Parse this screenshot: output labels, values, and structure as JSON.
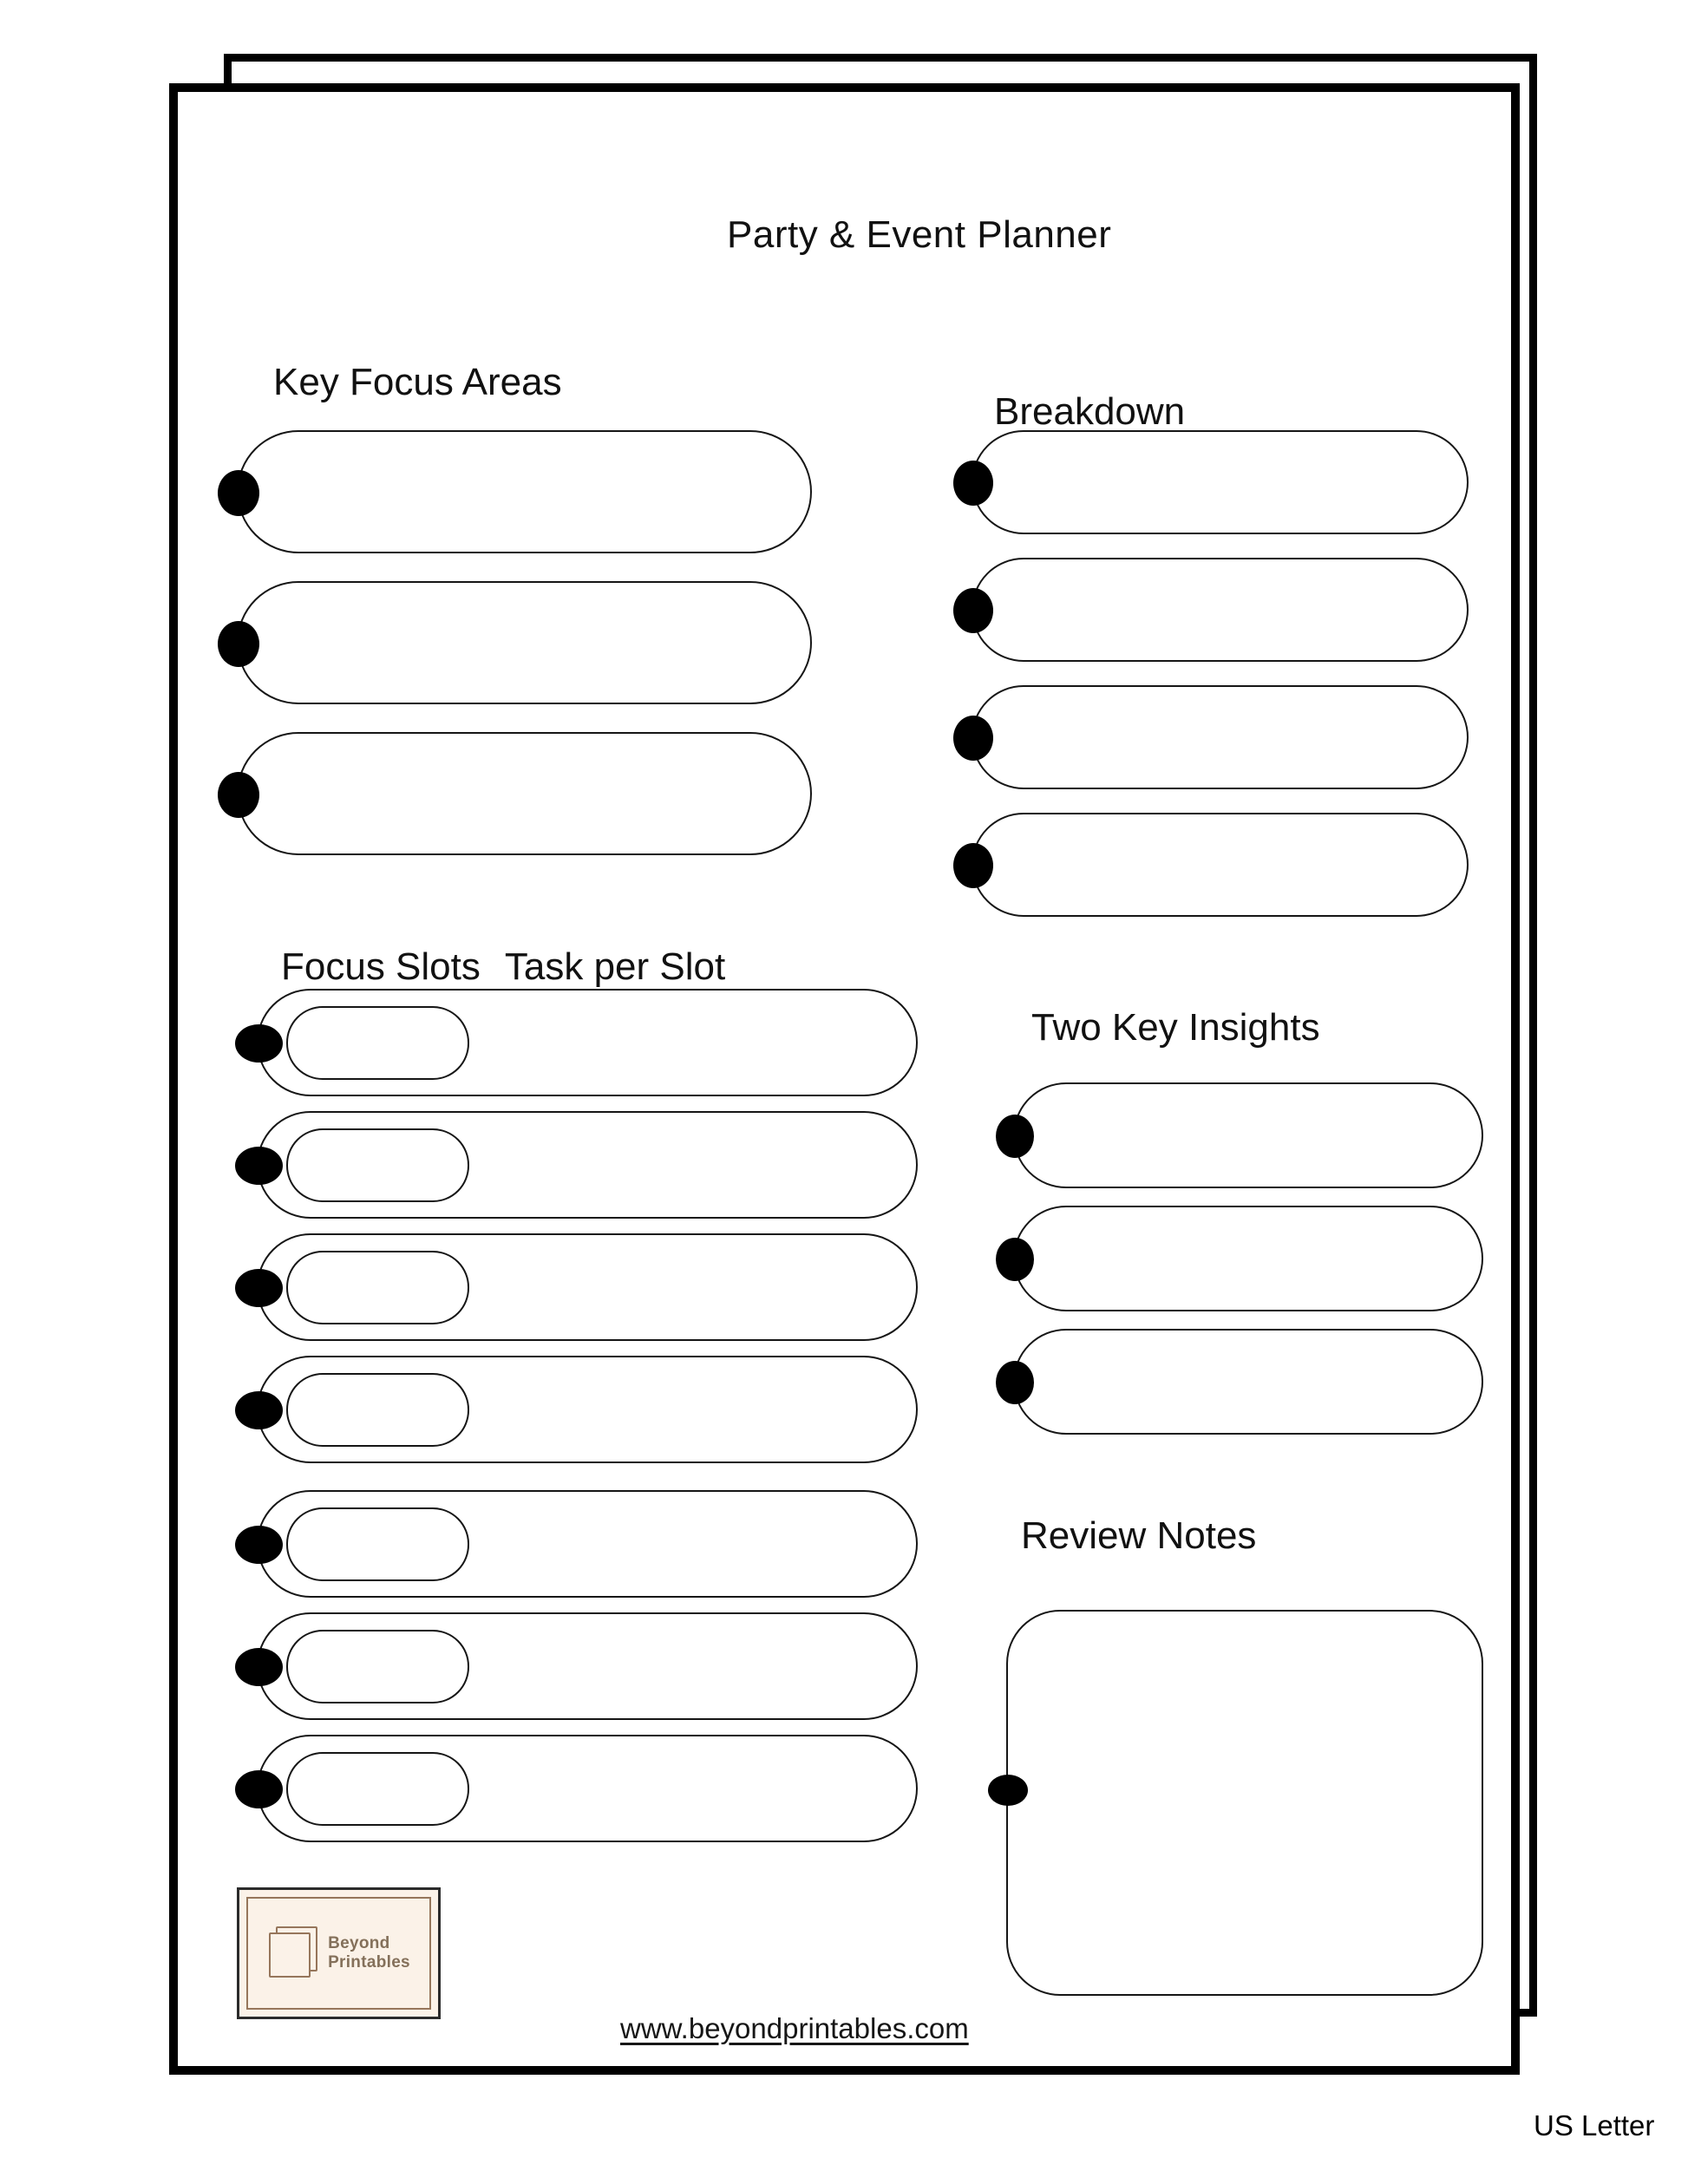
{
  "page": {
    "title": "Party & Event Planner",
    "size_label": "US Letter",
    "footer_url": "www.beyondprintables.com"
  },
  "sections": {
    "key_focus": {
      "heading": "Key Focus Areas",
      "pill_count": 3
    },
    "breakdown": {
      "heading": "Breakdown",
      "pill_count": 4
    },
    "focus_slots": {
      "heading_col1": "Focus Slots",
      "heading_col2": "Task per Slot",
      "row_count": 7,
      "wide_gap_after_row": 4
    },
    "insights": {
      "heading": "Two Key Insights",
      "pill_count": 3
    },
    "review": {
      "heading": "Review Notes"
    }
  },
  "logo": {
    "line1": "Beyond",
    "line2": "Printables"
  },
  "colors": {
    "ink": "#161616",
    "logo_bg": "#fbf2e8",
    "logo_border": "#96765b",
    "logo_text": "#84705a",
    "logo_outer": "#2b2b2b"
  }
}
